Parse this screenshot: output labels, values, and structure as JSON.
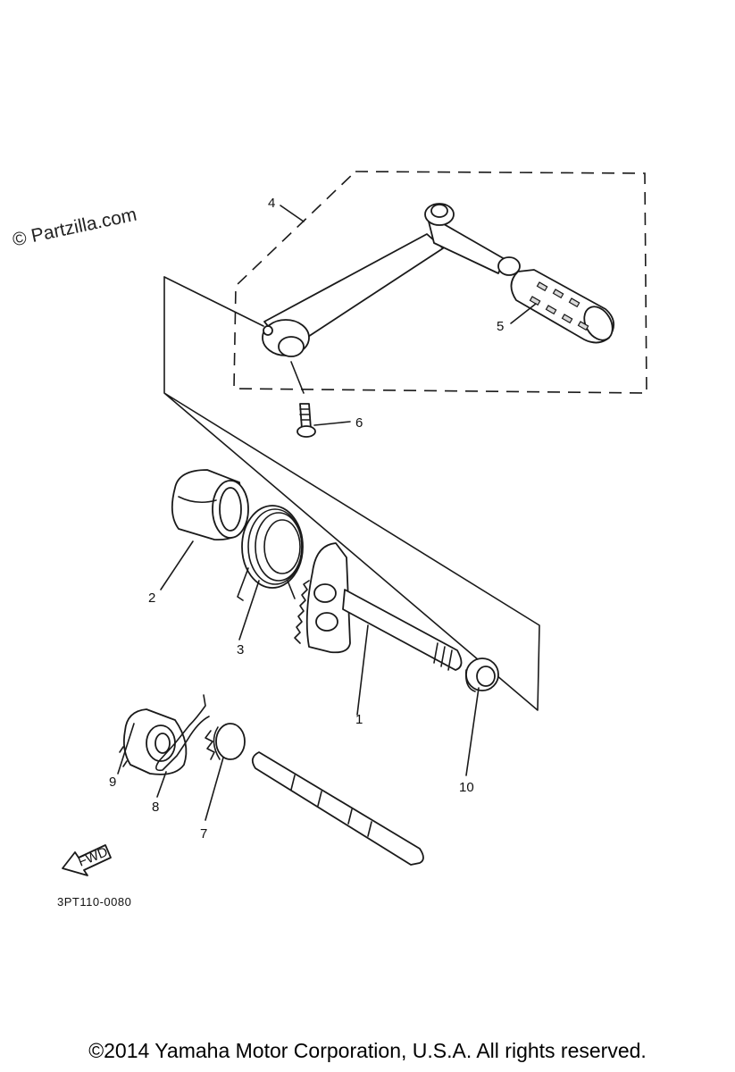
{
  "watermark": "© Partzilla.com",
  "diagram_code": "3PT110-0080",
  "fwd_label": "FWD",
  "copyright": "©2014 Yamaha Motor Corporation, U.S.A. All rights reserved.",
  "callouts": [
    "1",
    "2",
    "3",
    "4",
    "5",
    "6",
    "7",
    "8",
    "9",
    "10"
  ]
}
